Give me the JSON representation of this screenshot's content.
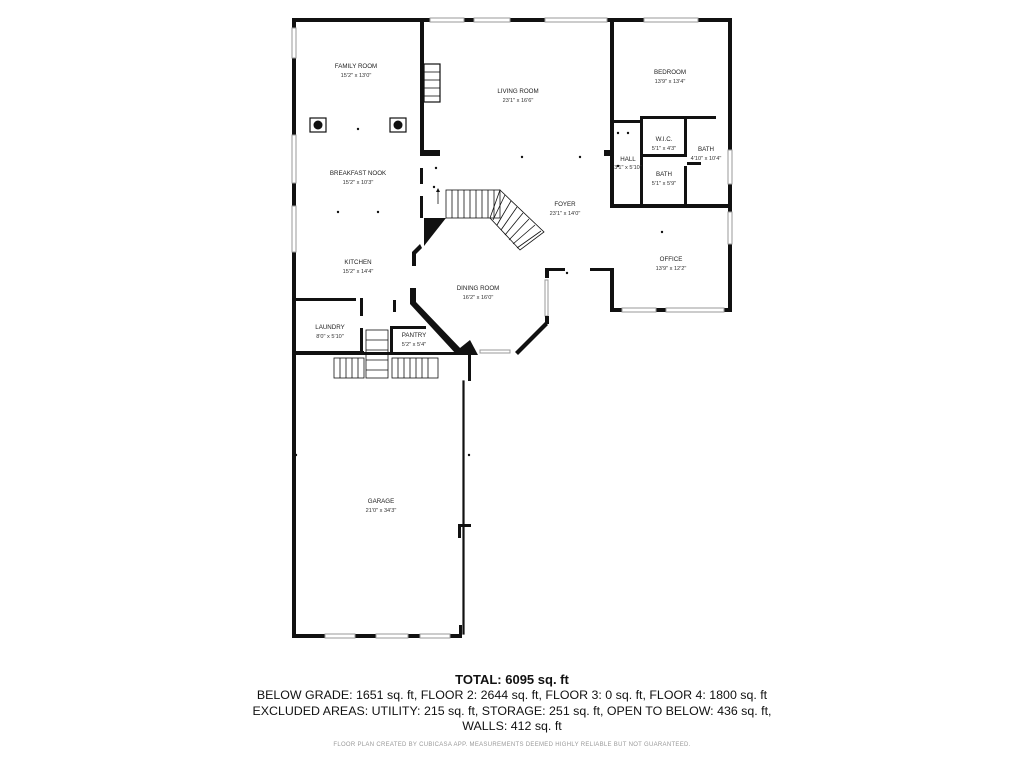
{
  "rooms": [
    {
      "name": "FAMILY ROOM",
      "dims": "15'2\" x 13'0\""
    },
    {
      "name": "LIVING ROOM",
      "dims": "23'1\" x 16'6\""
    },
    {
      "name": "BEDROOM",
      "dims": "13'9\" x 13'4\""
    },
    {
      "name": "W.I.C.",
      "dims": "5'1\" x 4'3\""
    },
    {
      "name": "BATH",
      "dims": "4'10\" x 10'4\""
    },
    {
      "name": "HALL",
      "dims": "3'1\" x 5'10\""
    },
    {
      "name": "BATH",
      "dims": "5'1\" x 5'9\""
    },
    {
      "name": "BREAKFAST NOOK",
      "dims": "15'2\" x 10'3\""
    },
    {
      "name": "FOYER",
      "dims": "23'1\" x 14'0\""
    },
    {
      "name": "KITCHEN",
      "dims": "15'2\" x 14'4\""
    },
    {
      "name": "OFFICE",
      "dims": "13'9\" x 12'2\""
    },
    {
      "name": "DINING ROOM",
      "dims": "16'2\" x 16'0\""
    },
    {
      "name": "LAUNDRY",
      "dims": "8'0\" x 5'10\""
    },
    {
      "name": "PANTRY",
      "dims": "5'2\" x 5'4\""
    },
    {
      "name": "GARAGE",
      "dims": "21'0\" x 34'3\""
    }
  ],
  "summary": {
    "total": "TOTAL: 6095 sq. ft",
    "line1": "BELOW GRADE: 1651 sq. ft, FLOOR 2: 2644 sq. ft, FLOOR 3: 0 sq. ft, FLOOR 4: 1800 sq. ft",
    "line2": "EXCLUDED AREAS: UTILITY: 215 sq. ft, STORAGE: 251 sq. ft, OPEN TO BELOW: 436 sq. ft,",
    "line3": "WALLS: 412 sq. ft"
  },
  "credit": "FLOOR PLAN CREATED BY CUBICASA APP. MEASUREMENTS DEEMED HIGHLY RELIABLE BUT NOT GUARANTEED."
}
